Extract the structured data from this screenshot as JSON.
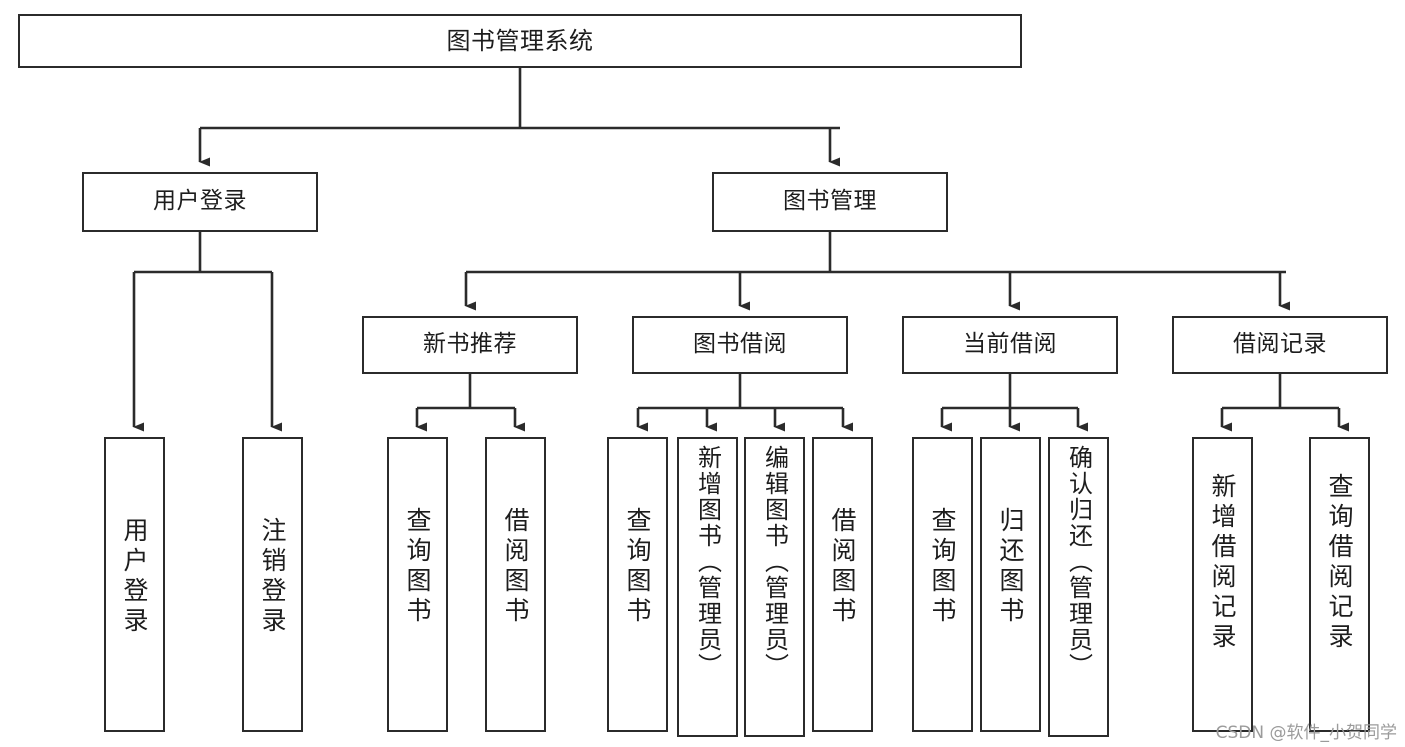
{
  "diagram": {
    "title": "图书管理系统",
    "type": "tree",
    "orientation": "top-down",
    "colors": {
      "node_border": "#2b2b2b",
      "node_fill": "#ffffff",
      "edge": "#2b2b2b",
      "text": "#1d1d1d",
      "watermark": "#9b9b9b",
      "background": "#ffffff"
    },
    "watermark": "CSDN @软件_小贺同学",
    "nodes": {
      "root": {
        "label": "图书管理系统"
      },
      "level1": [
        {
          "id": "user-login",
          "label": "用户登录"
        },
        {
          "id": "book-manage",
          "label": "图书管理"
        }
      ],
      "level2": [
        {
          "id": "new-book-rec",
          "label": "新书推荐"
        },
        {
          "id": "book-borrow",
          "label": "图书借阅"
        },
        {
          "id": "current-borrow",
          "label": "当前借阅"
        },
        {
          "id": "borrow-record",
          "label": "借阅记录"
        }
      ],
      "leaves": [
        {
          "id": "leaf-user-login",
          "label": "用户登录",
          "parent": "user-login"
        },
        {
          "id": "leaf-logout",
          "label": "注销登录",
          "parent": "user-login"
        },
        {
          "id": "leaf-query-book-1",
          "label": "查询图书",
          "parent": "new-book-rec"
        },
        {
          "id": "leaf-borrow-book-1",
          "label": "借阅图书",
          "parent": "new-book-rec"
        },
        {
          "id": "leaf-query-book-2",
          "label": "查询图书",
          "parent": "book-borrow"
        },
        {
          "id": "leaf-add-book",
          "label": "新增图书（管理员）",
          "parent": "book-borrow"
        },
        {
          "id": "leaf-edit-book",
          "label": "编辑图书（管理员）",
          "parent": "book-borrow"
        },
        {
          "id": "leaf-borrow-book-2",
          "label": "借阅图书",
          "parent": "book-borrow"
        },
        {
          "id": "leaf-query-book-3",
          "label": "查询图书",
          "parent": "current-borrow"
        },
        {
          "id": "leaf-return-book",
          "label": "归还图书",
          "parent": "current-borrow"
        },
        {
          "id": "leaf-confirm-return",
          "label": "确认归还（管理员）",
          "parent": "current-borrow"
        },
        {
          "id": "leaf-add-record",
          "label": "新增借阅记录",
          "parent": "borrow-record"
        },
        {
          "id": "leaf-query-record",
          "label": "查询借阅记录",
          "parent": "borrow-record"
        }
      ]
    }
  }
}
